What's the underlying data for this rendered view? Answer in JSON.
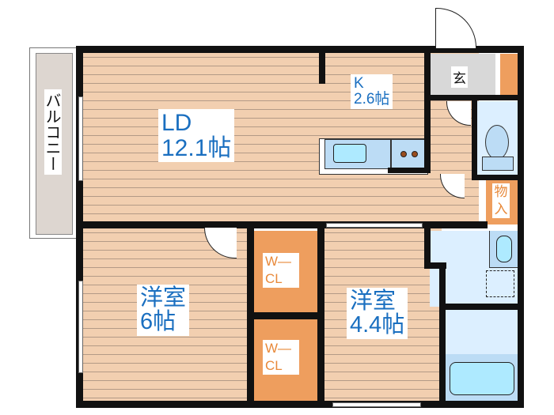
{
  "floorplan": {
    "rooms": {
      "ld": {
        "name": "LD",
        "size": "12.1帖"
      },
      "kitchen": {
        "name": "K",
        "size": "2.6帖"
      },
      "western_6": {
        "name": "洋室",
        "size": "6帖"
      },
      "western_44": {
        "name": "洋室",
        "size": "4.4帖"
      },
      "entrance": {
        "name": "玄"
      },
      "storage": {
        "name": "物入"
      },
      "wcl_top": {
        "line1": "W—",
        "line2": "CL"
      },
      "wcl_bottom": {
        "line1": "W—",
        "line2": "CL"
      },
      "balcony": {
        "name": "バルコニー"
      }
    },
    "colors": {
      "floor": "#f2cfb0",
      "wall": "#111111",
      "closet": "#ee9e5e",
      "wet_area": "#dcefff",
      "label_text": "#1a6fc0",
      "balcony": "#ddd6d0",
      "entrance": "#d8d8d8"
    }
  }
}
